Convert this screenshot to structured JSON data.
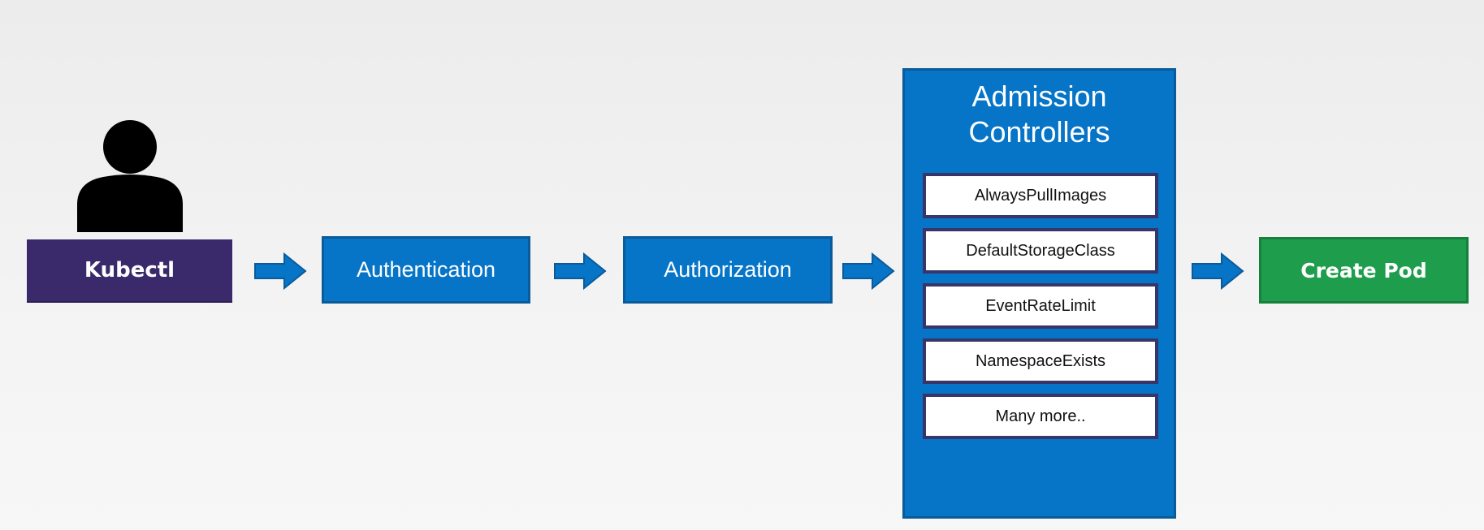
{
  "diagram": {
    "actor": {
      "icon": "user-icon",
      "label": "Kubectl",
      "color": "#3b2a6b"
    },
    "steps": [
      {
        "label": "Authentication",
        "color": "#0675c8"
      },
      {
        "label": "Authorization",
        "color": "#0675c8"
      }
    ],
    "admission": {
      "title": "Admission\nControllers",
      "color": "#0675c8",
      "controllers": [
        "AlwaysPullImages",
        "DefaultStorageClass",
        "EventRateLimit",
        "NamespaceExists",
        "Many more.."
      ]
    },
    "result": {
      "label": "Create Pod",
      "color": "#1e9e4c"
    },
    "arrow_icon": "arrow-right-icon",
    "arrow_color": "#0675c8"
  }
}
